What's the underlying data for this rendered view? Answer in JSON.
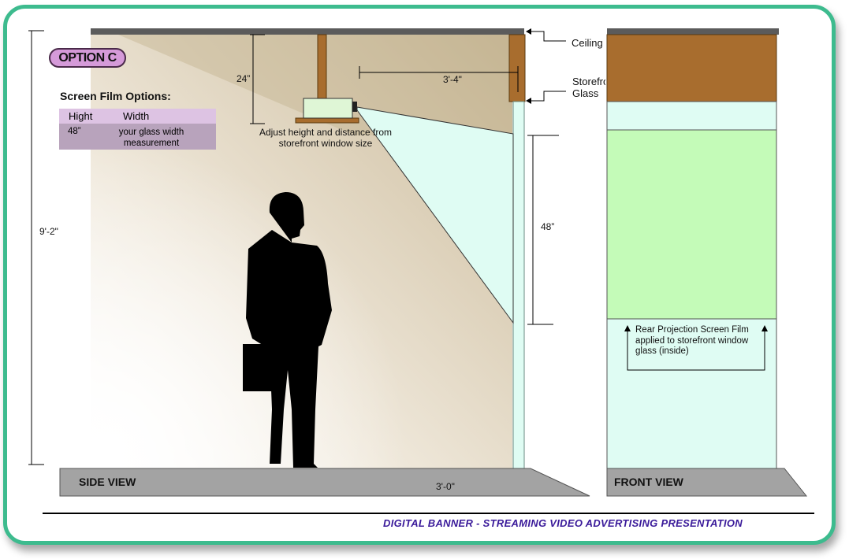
{
  "option_badge": "OPTION C",
  "film_options": {
    "title": "Screen Film Options:",
    "headers": [
      "Hight",
      "Width"
    ],
    "row": {
      "height": "48”",
      "width": "your glass width measurement"
    }
  },
  "side_view": {
    "label": "SIDE VIEW",
    "dimensions": {
      "total_height": "9'-2\"",
      "drop": "24”",
      "throw": "3'-4\"",
      "screen_height": "48”",
      "floor_distance": "3'-0\""
    },
    "note": "Adjust height and distance from storefront window size",
    "callouts": {
      "ceiling": "Ceiling",
      "storefront_glass": "Storefront Glass"
    }
  },
  "front_view": {
    "label": "FRONT VIEW",
    "note": "Rear Projection Screen Film applied to storefront window glass (inside)"
  },
  "footer": "DIGITAL BANNER - STREAMING VIDEO ADVERTISING PRESENTATION",
  "colors": {
    "frame": "#3dbb8e",
    "wood": "#a86d2e",
    "glass": "#dffcf3",
    "screen_film": "#c4fbb8",
    "badge": "#d59ad9",
    "footer_text": "#3a1a9a"
  }
}
